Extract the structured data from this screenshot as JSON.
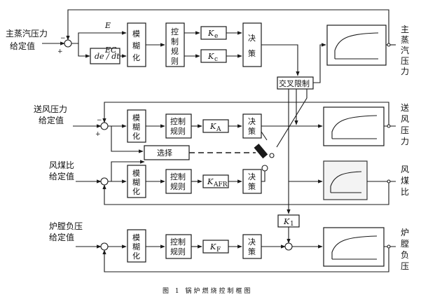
{
  "labels": {
    "main_sp_1": "主蒸汽压力",
    "main_sp_2": "给定值",
    "main_out": [
      "主",
      "蒸",
      "汽",
      "压",
      "力"
    ],
    "air_sp_1": "送风压力",
    "air_sp_2": "给定值",
    "air_out": [
      "送",
      "风",
      "压",
      "力"
    ],
    "ratio_sp_1": "风煤比",
    "ratio_sp_2": "给定值",
    "ratio_out": [
      "风",
      "煤",
      "比"
    ],
    "furnace_sp_1": "炉膛负压",
    "furnace_sp_2": "给定值",
    "furnace_out": [
      "炉",
      "膛",
      "负",
      "压"
    ]
  },
  "blocks": {
    "fuzzy": [
      "模",
      "糊",
      "化"
    ],
    "control_rule": [
      "控",
      "制",
      "规",
      "则"
    ],
    "control_rule_h": [
      "控制",
      "规则"
    ],
    "decision": [
      "决",
      "策"
    ],
    "derivative": "de / dt",
    "E": "E",
    "EC": "EC",
    "gain_e": "K",
    "gain_e_sub": "e",
    "gain_c": "K",
    "gain_c_sub": "c",
    "gain_A": "K",
    "gain_A_sub": "A",
    "gain_AFR": "K",
    "gain_AFR_sub": "AFR",
    "gain_F": "K",
    "gain_F_sub": "F",
    "gain_1": "K",
    "gain_1_sub": "1",
    "cross_limit": "交叉限制",
    "select": "选择",
    "plus": "+",
    "minus": "−"
  },
  "caption": "图 1  锅炉燃烧控制框图"
}
